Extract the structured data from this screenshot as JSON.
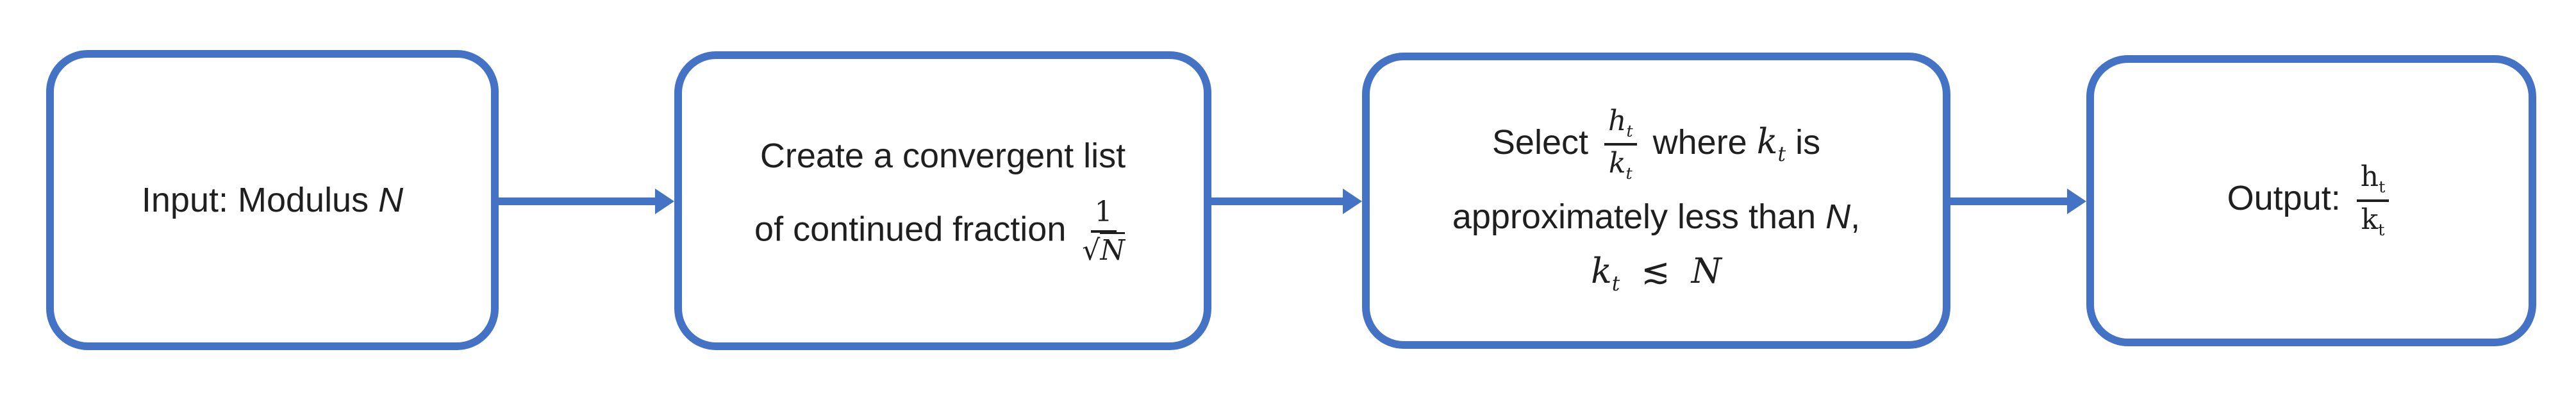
{
  "colors": {
    "accent": "#4472C4",
    "text": "#1f1f1f",
    "background": "#ffffff"
  },
  "boxes": {
    "input": {
      "label_prefix": "Input: Modulus",
      "var": "N"
    },
    "create": {
      "line1": "Create a convergent list",
      "line2_prefix": "of continued fraction",
      "fraction": {
        "numerator": "1",
        "radical_sign": "√",
        "denominator_var": "N"
      }
    },
    "select": {
      "word_select": "Select",
      "fraction": {
        "numerator_var": "h",
        "numerator_sub": "t",
        "denominator_var": "k",
        "denominator_sub": "t"
      },
      "word_where": "where",
      "inline_var": "k",
      "inline_sub": "t",
      "word_is": "is",
      "line2_text": "approximately less than",
      "line2_var": "N",
      "line2_punct": ",",
      "line3_var": "k",
      "line3_sub": "t",
      "line3_relation": "≲",
      "line3_var2": "N"
    },
    "output": {
      "label": "Output:",
      "fraction": {
        "numerator_var": "h",
        "numerator_sub": "t",
        "denominator_var": "k",
        "denominator_sub": "t"
      }
    }
  }
}
